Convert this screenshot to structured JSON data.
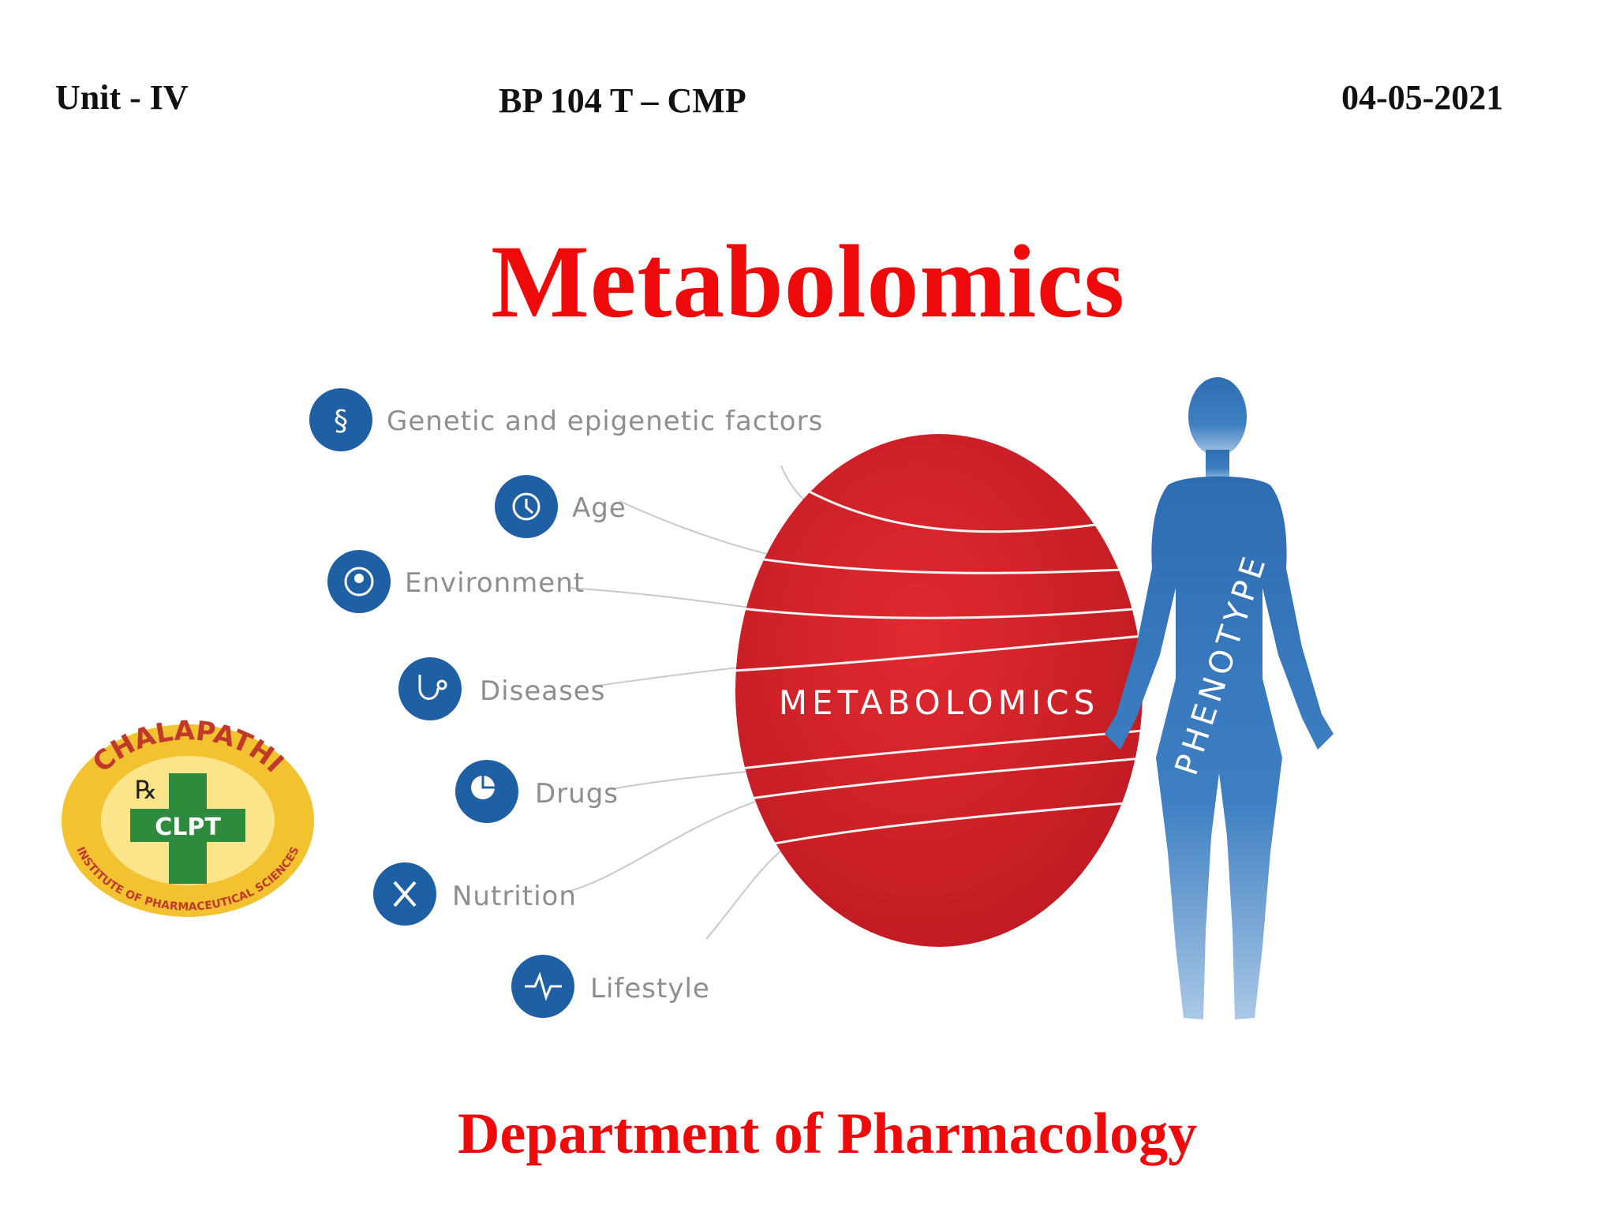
{
  "header": {
    "left": "Unit - IV",
    "center": "BP 104 T – CMP",
    "right": "04-05-2021"
  },
  "title": "Metabolomics",
  "figure": {
    "factors": [
      {
        "label": "Genetic and epigenetic factors",
        "icon": "dna-icon",
        "glyph": "§"
      },
      {
        "label": "Age",
        "icon": "clock-icon",
        "glyph": "◷"
      },
      {
        "label": "Environment",
        "icon": "environment-icon",
        "glyph": "⟲"
      },
      {
        "label": "Diseases",
        "icon": "stethoscope-icon",
        "glyph": "ℓ"
      },
      {
        "label": "Drugs",
        "icon": "pill-icon",
        "glyph": "◕"
      },
      {
        "label": "Nutrition",
        "icon": "utensils-icon",
        "glyph": "✕"
      },
      {
        "label": "Lifestyle",
        "icon": "heartbeat-icon",
        "glyph": "∿"
      }
    ],
    "center_label": "METABOLOMICS",
    "body_label": "PHENOTYPE",
    "colors": {
      "sphere": "#d8232a",
      "icon": "#1f5fa3",
      "body": "#2f6db3"
    }
  },
  "logo": {
    "arc_text": "CHALAPATHI",
    "badge_text": "CLPT",
    "rx": "℞",
    "ring_text": "INSTITUTE OF PHARMACEUTICAL SCIENCES"
  },
  "footer": "Department of Pharmacology"
}
